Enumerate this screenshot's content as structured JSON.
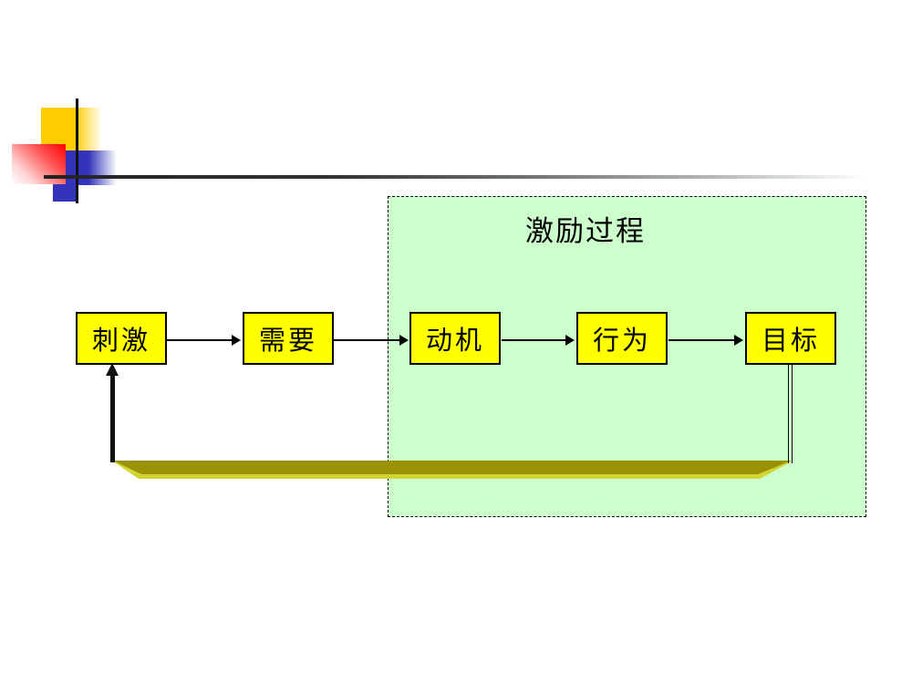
{
  "slide": {
    "process_box": {
      "title": "激励过程",
      "fill": "#ccffcc",
      "border_style": "dashed-black"
    },
    "nodes": [
      {
        "label": "刺激"
      },
      {
        "label": "需要"
      },
      {
        "label": "动机"
      },
      {
        "label": "行为"
      },
      {
        "label": "目标"
      }
    ],
    "node_fill": "#ffff00",
    "node_border": "#000000",
    "feedback_band": {
      "color": "#9a9204",
      "highlight_color": "#d2d434"
    },
    "logo_colors": {
      "yellow": "#ffcc00",
      "red": "#ff0000",
      "blue": "#3333bb",
      "line": "#111111"
    }
  }
}
